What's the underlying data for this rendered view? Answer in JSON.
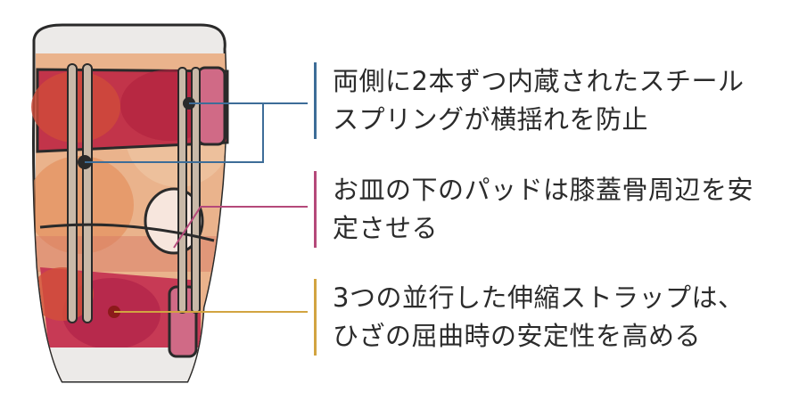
{
  "colors": {
    "blue": "#3d6d98",
    "pink": "#b5497a",
    "gold": "#d2a441",
    "outline": "#2a2a2a"
  },
  "callouts": [
    {
      "lines": [
        "両側に2本ずつ内蔵されたスチール",
        "スプリングが横揺れを防止"
      ]
    },
    {
      "lines": [
        "お皿の下のパッドは膝蓋骨周辺を安",
        "定させる"
      ]
    },
    {
      "lines": [
        "3つの並行した伸縮ストラップは、",
        "ひざの屈曲時の安定性を高める"
      ]
    }
  ]
}
